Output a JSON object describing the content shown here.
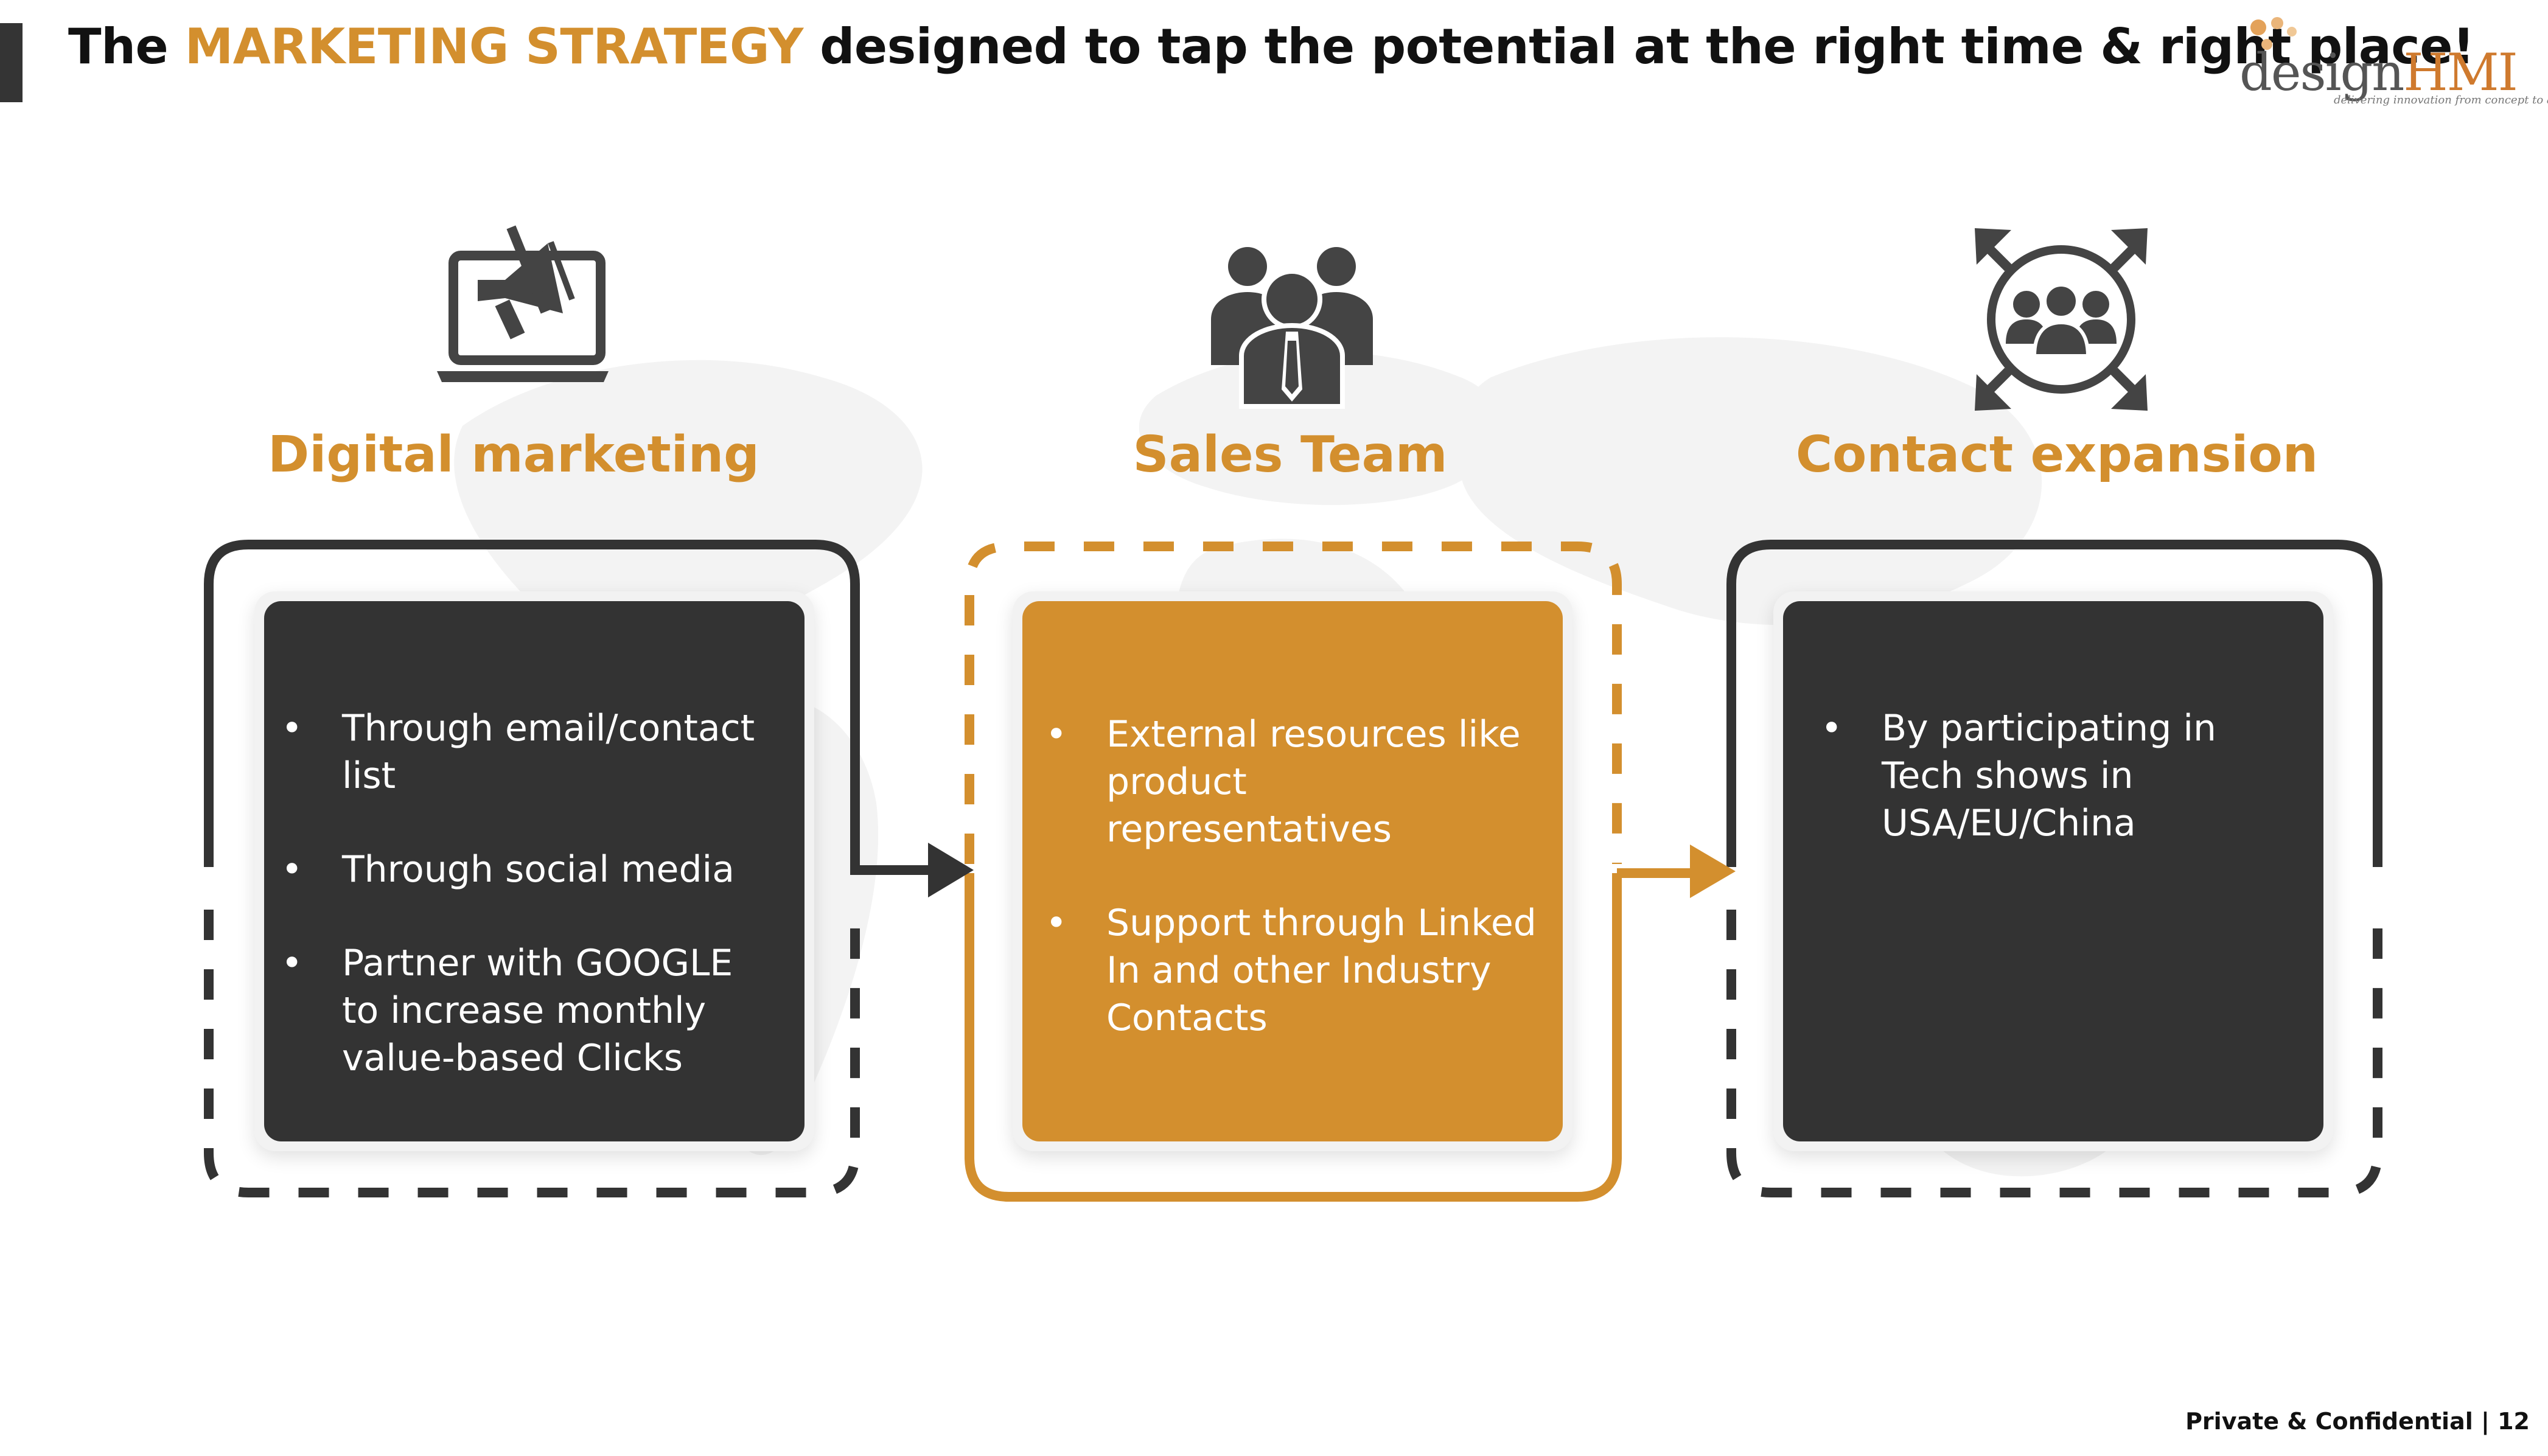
{
  "title": {
    "prefix": "The",
    "highlight": "MARKETING STRATEGY",
    "suffix": "designed to tap the potential at the right time & right place!"
  },
  "logo": {
    "word_design": "design",
    "word_hmi": "HMI",
    "tagline": "delivering innovation from concept to application"
  },
  "columns": [
    {
      "icon": "laptop-megaphone-icon",
      "heading": "Digital marketing",
      "bullets": [
        "Through email/contact list",
        "Through social media",
        "Partner with GOOGLE to increase monthly value-based Clicks"
      ]
    },
    {
      "icon": "sales-team-icon",
      "heading": "Sales Team",
      "bullets": [
        "External resources like product representatives",
        "Support through Linked In and other Industry Contacts"
      ]
    },
    {
      "icon": "contact-expansion-icon",
      "heading": "Contact expansion",
      "bullets": [
        "By participating in Tech shows in USA/EU/China"
      ]
    }
  ],
  "footer": {
    "label": "Private & Confidential",
    "separator": "|",
    "page_number": "12"
  },
  "colors": {
    "accent": "#d38f2e",
    "dark": "#333333",
    "background": "#ffffff"
  }
}
